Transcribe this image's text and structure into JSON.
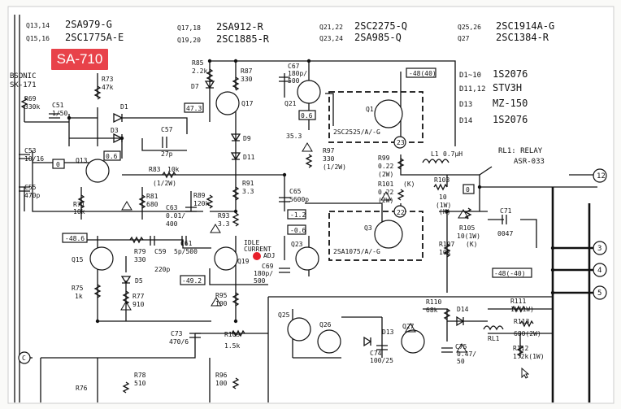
{
  "header": {
    "rows": [
      {
        "ref": "Q13,14",
        "part": "2SA979-G"
      },
      {
        "ref": "Q15,16",
        "part": "2SC1775A-E"
      },
      {
        "ref": "Q17,18",
        "part": "2SA912-R"
      },
      {
        "ref": "Q19,20",
        "part": "2SC1885-R"
      },
      {
        "ref": "Q21,22",
        "part": "2SC2275-Q"
      },
      {
        "ref": "Q23,24",
        "part": "2SA985-Q"
      },
      {
        "ref": "Q25,26",
        "part": "2SC1914A-G"
      },
      {
        "ref": "Q27",
        "part": "2SC1384-R"
      }
    ]
  },
  "model_tag": "SA-710",
  "left_labels": {
    "brand": "BSONIC",
    "input": "SK-171"
  },
  "legend": [
    {
      "ref": "D1~10",
      "part": "1S2076"
    },
    {
      "ref": "D11,12",
      "part": "STV3H"
    },
    {
      "ref": "D13",
      "part": "MZ-150"
    },
    {
      "ref": "D14",
      "part": "1S2076"
    }
  ],
  "relay": {
    "line1": "RL1: RELAY",
    "line2": "ASR-033"
  },
  "components": {
    "r69": "R69",
    "r69v": "330k",
    "c51": "C51",
    "c51v": "1/50",
    "r73": "R73",
    "r73v": "47k",
    "d1": "D1",
    "d3": "D3",
    "c57": "C57",
    "c57v": "27p",
    "c53": "C53",
    "c53v": "10/16",
    "q13": "Q13",
    "v06": "0.6",
    "v0": "0",
    "c55": "C55",
    "c55v": "470p",
    "r71": "R71",
    "r71v": "10k",
    "r81": "R81",
    "r81v": "680",
    "r83": "R83",
    "r83v": "10k",
    "r83w": "(1/2W)",
    "r85": "R85",
    "r85v": "2.2k",
    "d7": "D7",
    "v473": "47.3",
    "r87": "R87",
    "r87v": "330",
    "q17": "Q17",
    "d9": "D9",
    "d11": "D11",
    "c67": "C67",
    "c67v": "180p/",
    "c67w": "500",
    "q21": "Q21",
    "v06b": "0.6",
    "v355": "35.3",
    "r97": "R97",
    "r97v": "330",
    "r97w": "(1/2W)",
    "r91": "R91",
    "r91v": "3.3",
    "r89": "R89",
    "r89v": "120k",
    "c63": "C63",
    "c63v": "0.01/",
    "c63w": "400",
    "r93": "R93",
    "r93v": "3.3",
    "c65": "C65",
    "c65v": "5600p",
    "vm12": "-1.2",
    "vm06": "-0.6",
    "q1": "Q1",
    "q1p": "2SC2525/A/-G",
    "n23": "23",
    "v484": "-48(40)",
    "r99": "R99",
    "r99v": "0.22",
    "r99w": "(2W)",
    "r101": "R101",
    "r101v": "0.22",
    "r101w": "(2W)",
    "l1": "L1",
    "l1v": "0.7μH",
    "r103": "R103",
    "r103v": "10",
    "r103w": "(1W)",
    "k1": "(K)",
    "k2": "(K)",
    "n22": "22",
    "q3": "Q3",
    "q3p": "2SA1075/A/-G",
    "v0b": "0",
    "vm486": "-48.6",
    "q15": "Q15",
    "r79": "R79",
    "r79v": "330",
    "c59": "C59",
    "c59v": "220p",
    "c61": "C61",
    "c61v": "5p/500",
    "q19": "Q19",
    "idle1": "IDLE",
    "idle2": "CURRENT",
    "idle3": "ADJ",
    "c69": "C69",
    "c69v": "180p/",
    "c69w": "500",
    "q23": "Q23",
    "vm492": "-49.2",
    "d5": "D5",
    "r75": "R75",
    "r75v": "1k",
    "r77": "R77",
    "r77v": "910",
    "r95": "R95",
    "r95v": "100",
    "r107": "R107",
    "r107v": "10k",
    "r105": "R105",
    "r105v": "10(1W)",
    "r105w": "(K)",
    "c71": "C71",
    "c71v": "0047",
    "v4840": "-48(-40)",
    "c73": "C73",
    "c73v": "470/6",
    "r109": "R109",
    "r109v": "1.5k",
    "q25": "Q25",
    "q26": "Q26",
    "d13": "D13",
    "c74": "C74",
    "c74v": "100/25",
    "q27": "Q27",
    "r110": "R110",
    "r110v": "68k",
    "d14": "D14",
    "r111": "R111",
    "r111v": "1k(1W)",
    "r113": "R113",
    "r113v": "680(2W)",
    "rl1": "RL1",
    "c75": "C75",
    "c75v": "0.47/",
    "c75w": "50",
    "r112": "R112",
    "r112v": "1.2k(1W)",
    "r78": "R78",
    "r78v": "510",
    "r76": "R76",
    "r96": "R96",
    "r96v": "100",
    "t12": "12",
    "t3": "3",
    "t4": "4",
    "t5": "5",
    "tc": "C"
  }
}
